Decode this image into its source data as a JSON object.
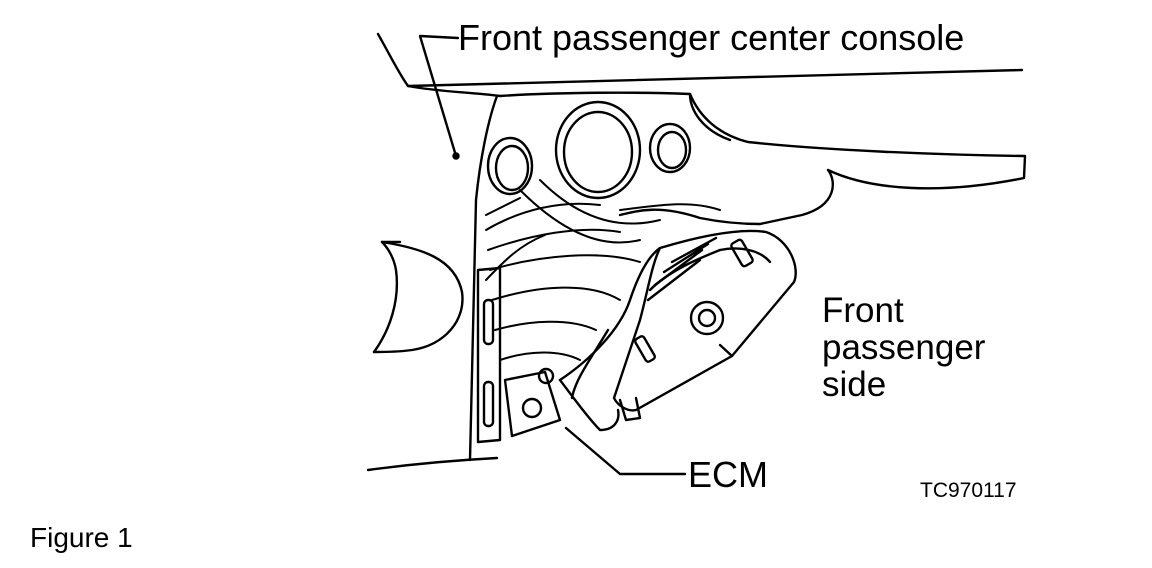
{
  "diagram": {
    "labels": {
      "console": "Front passenger center console",
      "side_line1": "Front",
      "side_line2": "passenger",
      "side_line3": "side",
      "ecm": "ECM",
      "code": "TC970117"
    },
    "caption": "Figure 1",
    "colors": {
      "ink": "#000000",
      "paper": "#ffffff"
    }
  }
}
